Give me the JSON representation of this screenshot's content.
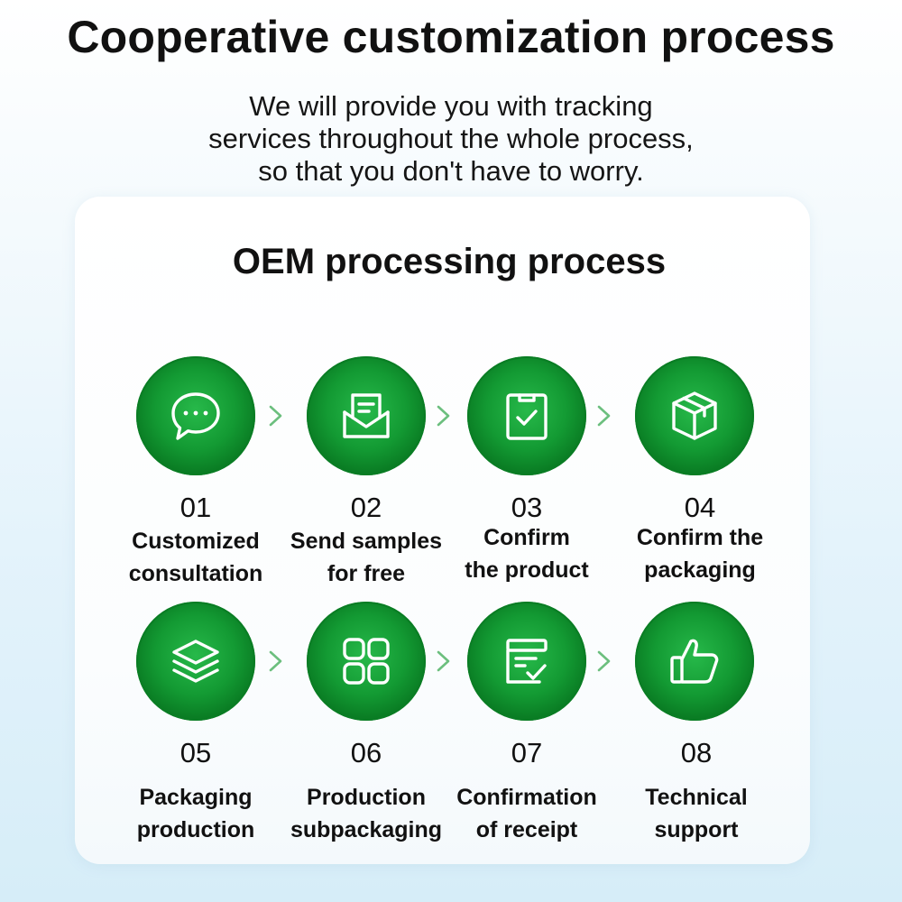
{
  "header": {
    "title": "Cooperative customization process",
    "subtitle_lines": [
      "We will provide you with tracking",
      "services throughout the whole process,",
      "so that you don't have to worry."
    ]
  },
  "card": {
    "title": "OEM processing process"
  },
  "colors": {
    "accent_green": "#139a33",
    "arrow_green": "#6cbf7e"
  },
  "steps": [
    {
      "number": "01",
      "icon": "chat-bubble-icon",
      "label_lines": [
        "Customized",
        "consultation"
      ]
    },
    {
      "number": "02",
      "icon": "mail-envelope-icon",
      "label_lines": [
        "Send samples",
        "for free"
      ]
    },
    {
      "number": "03",
      "icon": "clipboard-check-icon",
      "label_lines": [
        "Confirm",
        "the product"
      ]
    },
    {
      "number": "04",
      "icon": "box-package-icon",
      "label_lines": [
        "Confirm the",
        "packaging"
      ]
    },
    {
      "number": "05",
      "icon": "layers-icon",
      "label_lines": [
        "Packaging",
        "production"
      ]
    },
    {
      "number": "06",
      "icon": "grid-icon",
      "label_lines": [
        "Production",
        "subpackaging"
      ]
    },
    {
      "number": "07",
      "icon": "receipt-check-icon",
      "label_lines": [
        "Confirmation",
        "of receipt"
      ]
    },
    {
      "number": "08",
      "icon": "thumbs-up-icon",
      "label_lines": [
        "Technical",
        "support"
      ]
    }
  ]
}
